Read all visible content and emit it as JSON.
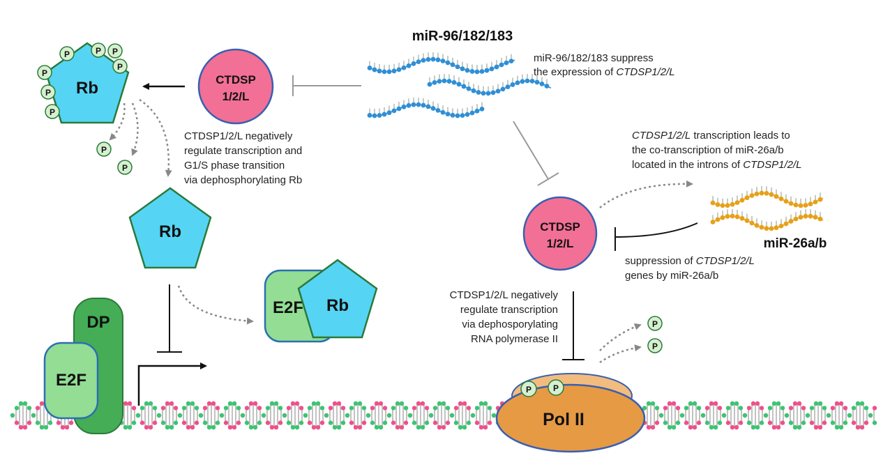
{
  "labels": {
    "rb": "Rb",
    "ctdsp_line1": "CTDSP",
    "ctdsp_line2": "1/2/L",
    "phospho": "P",
    "e2f": "E2F",
    "dp": "DP",
    "pol2": "Pol II",
    "mir96_title": "miR-96/182/183",
    "mir26_title": "miR-26a/b"
  },
  "notes": {
    "mir96_suppress": [
      "miR-96/182/183 suppress",
      "the expression of ",
      "CTDSP1/2/L"
    ],
    "ctdsp_rb": [
      "CTDSP1/2/L negatively",
      "regulate transcription and",
      "G1/S phase transition",
      "via dephosphorylating Rb"
    ],
    "cotranscription": [
      "CTDSP1/2/L",
      " transcription leads to",
      "the co-transcription of miR-26a/b",
      "located in the introns of ",
      "CTDSP1/2/L"
    ],
    "mir26_suppress": [
      "suppression of ",
      "CTDSP1/2/L",
      "genes by miR-26a/b"
    ],
    "ctdsp_pol2": [
      "CTDSP1/2/L negatively",
      "regulate transcription",
      "via dephosporylating",
      "RNA polymerase II"
    ]
  },
  "colors": {
    "ctdsp_fill": "#f27095",
    "ctdsp_stroke": "#3a5fb0",
    "rb_fill": "#56d4f4",
    "rb_stroke": "#2a7a3a",
    "phospho_fill": "#d6f0cf",
    "e2f_fill": "#93dd95",
    "dp_fill": "#44ad55",
    "pol_fill": "#e69a44",
    "pol_back": "#f2bc7e",
    "mir96_color": "#2f8fd6",
    "mir26_color": "#e8a018",
    "dna_pink": "#f0508a",
    "dna_green": "#3cc472"
  }
}
